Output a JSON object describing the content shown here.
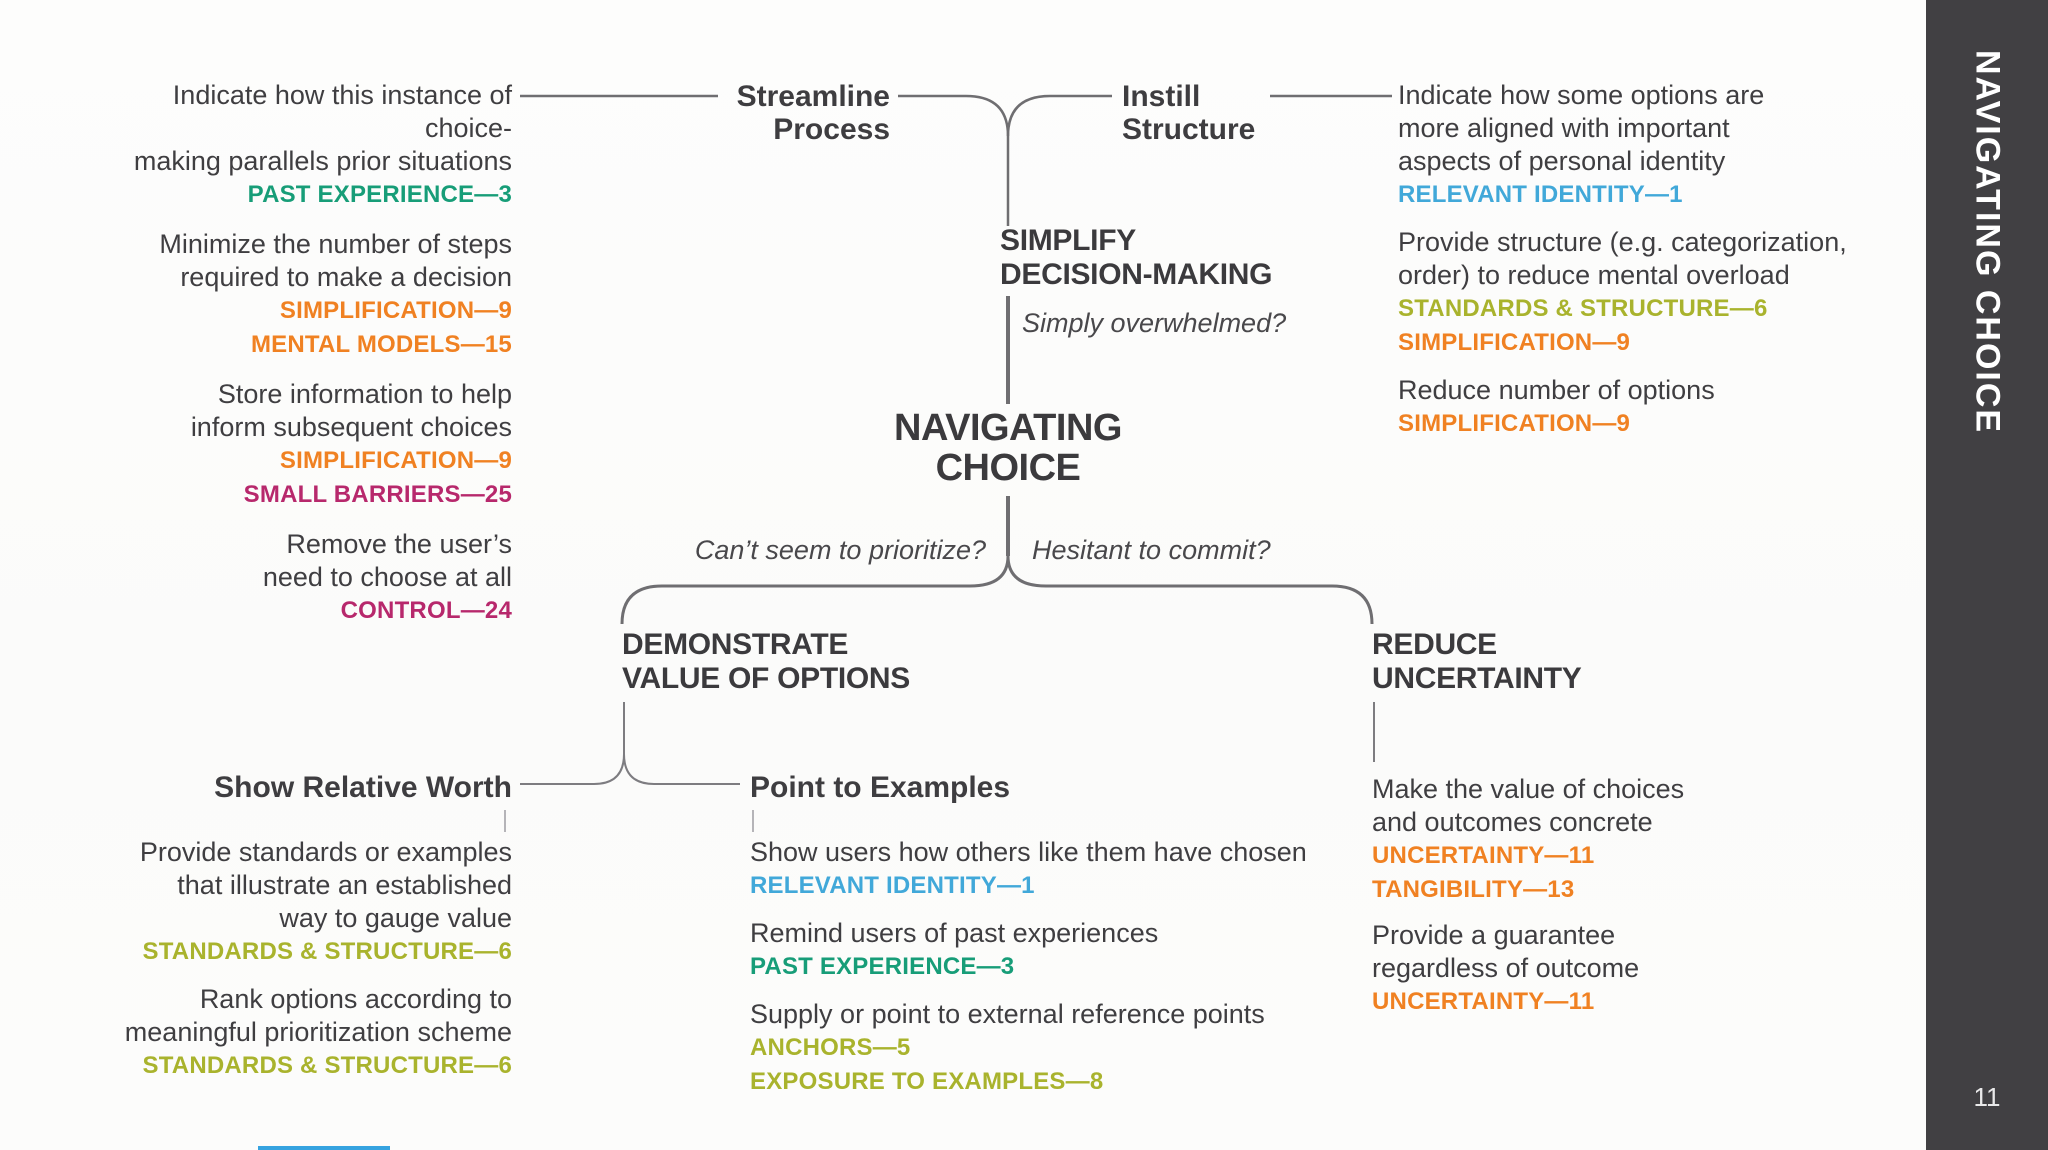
{
  "page": {
    "number": "11",
    "sidebar_title": "NAVIGATING CHOICE"
  },
  "colors": {
    "text_dark": "#3f3e41",
    "connector": "#6f6e71",
    "sidebar_bg": "#414043",
    "teal_green": "#179d78",
    "orange": "#f08122",
    "magenta": "#b7286c",
    "blue": "#41a8d9",
    "yellow_green": "#a9b32d",
    "bottom_strip_blue": "#36a3e0"
  },
  "center": {
    "root_line1": "NAVIGATING",
    "root_line2": "CHOICE",
    "simplify_line1": "SIMPLIFY",
    "simplify_line2": "DECISION-MAKING",
    "question_top": "Simply overwhelmed?",
    "question_left": "Can’t seem to prioritize?",
    "question_right": "Hesitant to commit?",
    "demonstrate_line1": "DEMONSTRATE",
    "demonstrate_line2": "VALUE OF OPTIONS",
    "reduce_line1": "REDUCE",
    "reduce_line2": "UNCERTAINTY"
  },
  "subbranches": {
    "streamline_line1": "Streamline",
    "streamline_line2": "Process",
    "instill_line1": "Instill",
    "instill_line2": "Structure",
    "show_relative_worth": "Show Relative Worth",
    "point_to_examples": "Point to Examples"
  },
  "groups": {
    "streamline_items": [
      {
        "lines": [
          "Indicate how this instance of choice-",
          "making parallels prior situations"
        ],
        "tags": [
          {
            "label": "PAST EXPERIENCE—3",
            "color": "#179d78"
          }
        ]
      },
      {
        "lines": [
          "Minimize the number of steps",
          "required to make a decision"
        ],
        "tags": [
          {
            "label": "SIMPLIFICATION—9",
            "color": "#f08122"
          },
          {
            "label": "MENTAL MODELS—15",
            "color": "#f08122"
          }
        ]
      },
      {
        "lines": [
          "Store information to help",
          "inform subsequent choices"
        ],
        "tags": [
          {
            "label": "SIMPLIFICATION—9",
            "color": "#f08122"
          },
          {
            "label": "SMALL BARRIERS—25",
            "color": "#b7286c"
          }
        ]
      },
      {
        "lines": [
          "Remove the user’s",
          "need to choose at all"
        ],
        "tags": [
          {
            "label": "CONTROL—24",
            "color": "#b7286c"
          }
        ]
      }
    ],
    "instill_items": [
      {
        "lines": [
          "Indicate how some options are",
          "more aligned with important",
          "aspects of personal identity"
        ],
        "tags": [
          {
            "label": "RELEVANT IDENTITY—1",
            "color": "#41a8d9"
          }
        ]
      },
      {
        "lines": [
          "Provide structure (e.g. categorization,",
          "order) to reduce mental overload"
        ],
        "tags": [
          {
            "label": "STANDARDS & STRUCTURE—6",
            "color": "#a9b32d"
          },
          {
            "label": "SIMPLIFICATION—9",
            "color": "#f08122"
          }
        ]
      },
      {
        "lines": [
          "Reduce number of options"
        ],
        "tags": [
          {
            "label": "SIMPLIFICATION—9",
            "color": "#f08122"
          }
        ]
      }
    ],
    "show_worth_items": [
      {
        "lines": [
          "Provide standards or examples",
          "that illustrate an established",
          "way to gauge value"
        ],
        "tags": [
          {
            "label": "STANDARDS & STRUCTURE—6",
            "color": "#a9b32d"
          }
        ]
      },
      {
        "lines": [
          "Rank options according to",
          "meaningful prioritization scheme"
        ],
        "tags": [
          {
            "label": "STANDARDS & STRUCTURE—6",
            "color": "#a9b32d"
          }
        ]
      }
    ],
    "point_examples_items": [
      {
        "lines": [
          "Show users how others like them have chosen"
        ],
        "tags": [
          {
            "label": "RELEVANT IDENTITY—1",
            "color": "#41a8d9"
          }
        ]
      },
      {
        "lines": [
          "Remind users of past experiences"
        ],
        "tags": [
          {
            "label": "PAST EXPERIENCE—3",
            "color": "#179d78"
          }
        ]
      },
      {
        "lines": [
          "Supply or point to external reference points"
        ],
        "tags": [
          {
            "label": "ANCHORS—5",
            "color": "#a9b32d"
          },
          {
            "label": "EXPOSURE TO EXAMPLES—8",
            "color": "#a9b32d"
          }
        ]
      }
    ],
    "reduce_items": [
      {
        "lines": [
          "Make the value of choices",
          "and outcomes concrete"
        ],
        "tags": [
          {
            "label": "UNCERTAINTY—11",
            "color": "#f08122"
          },
          {
            "label": "TANGIBILITY—13",
            "color": "#f08122"
          }
        ]
      },
      {
        "lines": [
          "Provide a guarantee",
          "regardless of outcome"
        ],
        "tags": [
          {
            "label": "UNCERTAINTY—11",
            "color": "#f08122"
          }
        ]
      }
    ]
  }
}
